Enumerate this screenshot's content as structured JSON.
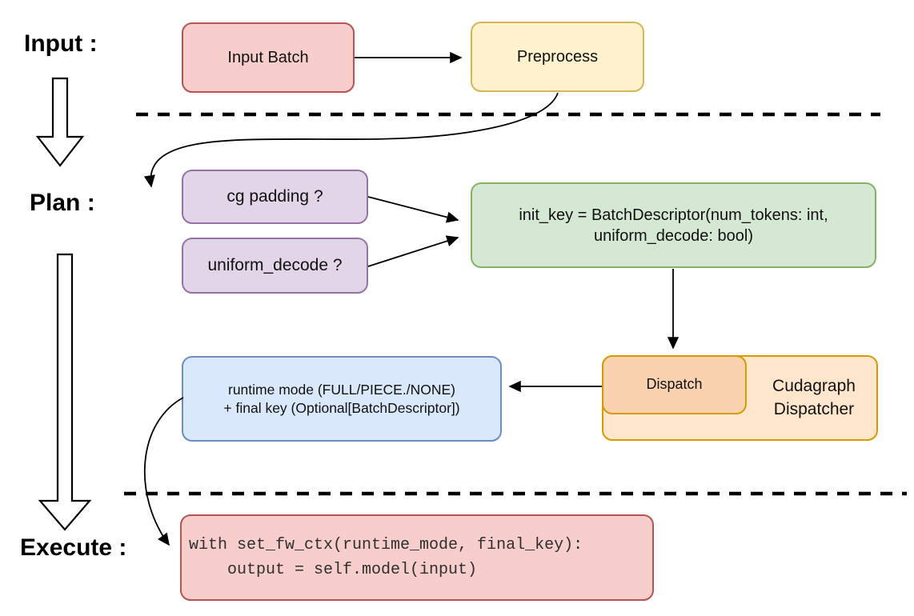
{
  "stage_labels": {
    "input": "Input :",
    "plan": "Plan :",
    "execute": "Execute :"
  },
  "nodes": {
    "input_batch": "Input Batch",
    "preprocess": "Preprocess",
    "cg_padding": "cg padding ?",
    "uniform_decode": "uniform_decode ?",
    "init_key_line1": "init_key = BatchDescriptor(num_tokens: int,",
    "init_key_line2": "uniform_decode: bool)",
    "dispatch": "Dispatch",
    "cudagraph_dispatcher": "Cudagraph Dispatcher",
    "runtime_line1": "runtime mode (FULL/PIECE./NONE)",
    "runtime_line2": "+ final key (Optional[BatchDescriptor])",
    "code_line1": "with set_fw_ctx(runtime_mode, final_key):",
    "code_line2": "    output = self.model(input)"
  },
  "palette": {
    "red_fill": "#f8cecc",
    "red_stroke": "#b85450",
    "yellow_fill": "#fff2cc",
    "yellow_stroke": "#d6b656",
    "purple_fill": "#e1d5e7",
    "purple_stroke": "#9673a6",
    "green_fill": "#d5e8d4",
    "green_stroke": "#82b366",
    "blue_fill": "#dae8fc",
    "blue_stroke": "#6c8ebf",
    "orange_fill": "#ffe6cc",
    "orange_inner_fill": "#fad2b0",
    "orange_stroke": "#d79b00",
    "connector_color": "#000000"
  }
}
